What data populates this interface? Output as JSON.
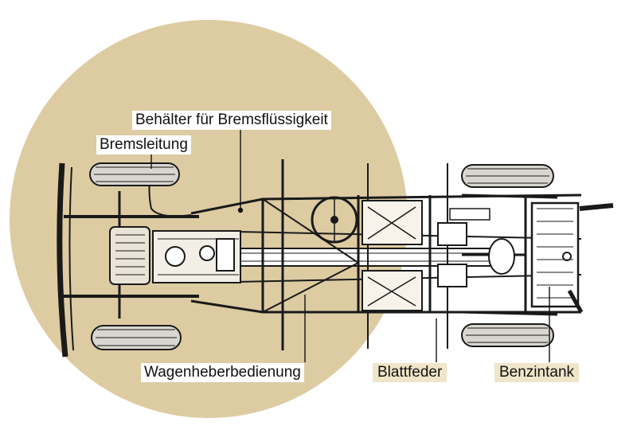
{
  "colors": {
    "background": "#ffffff",
    "accent_circle": "#ddcba2",
    "label_box": "#efe5c9",
    "ink": "#1a1a1a"
  },
  "labels": {
    "brake_fluid_reservoir": "Behälter für Bremsflüssigkeit",
    "brake_line": "Bremsleitung",
    "jack_control": "Wagenheberbedienung",
    "leaf_spring": "Blattfeder",
    "fuel_tank": "Benzintank"
  }
}
